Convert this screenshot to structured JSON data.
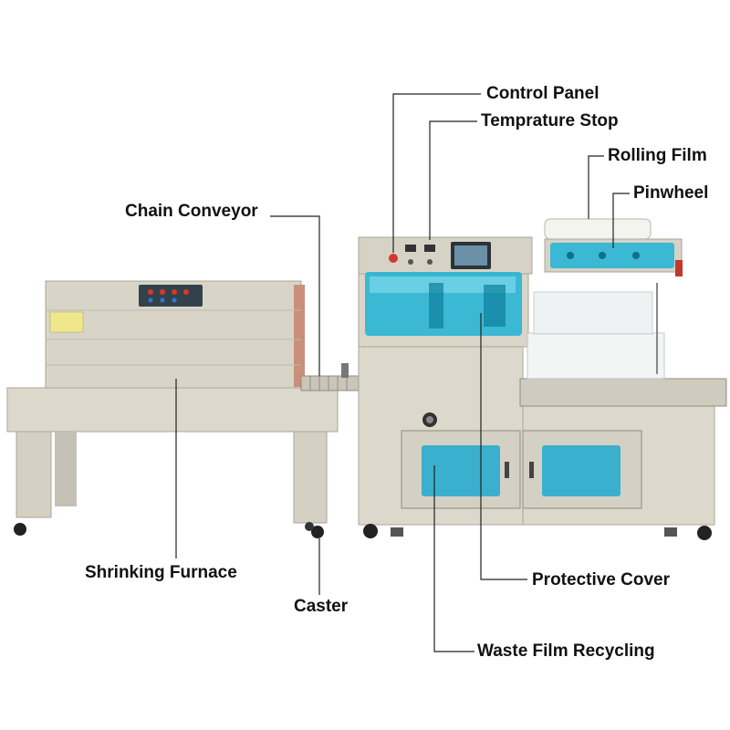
{
  "labels": {
    "control_panel": "Control Panel",
    "temperature_stop": "Temprature Stop",
    "rolling_film": "Rolling Film",
    "pinwheel": "Pinwheel",
    "chain_conveyor": "Chain Conveyor",
    "shrinking_furnace": "Shrinking Furnace",
    "caster": "Caster",
    "protective_cover": "Protective Cover",
    "waste_film_recycling": "Waste Film Recycling"
  },
  "colors": {
    "machine_body": "#d9d6c9",
    "machine_shadow": "#b9b6a8",
    "glass_cyan": "#1fb3d6",
    "leader_line": "#222222",
    "text": "#111111"
  }
}
